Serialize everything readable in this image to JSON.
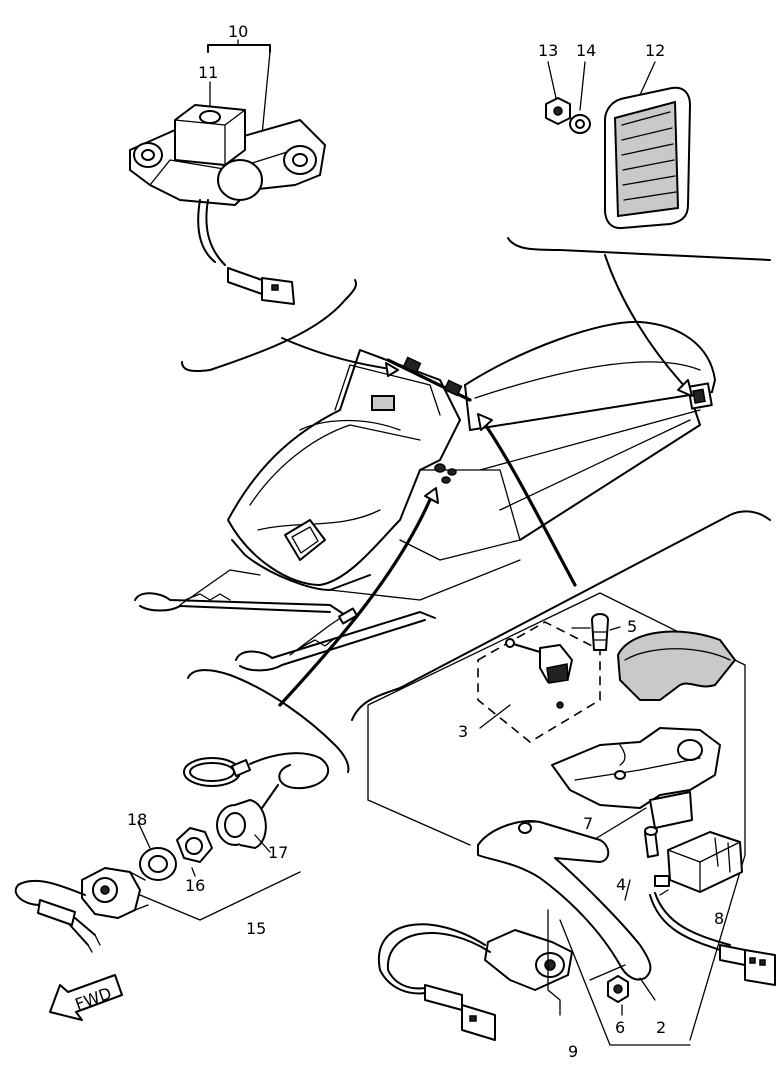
{
  "callouts": {
    "c1": "10",
    "c2": "11",
    "c3": "13",
    "c4": "14",
    "c5": "12",
    "c6": "5",
    "c7": "3",
    "c8": "7",
    "c9": "4",
    "c10": "8",
    "c11": "18",
    "c12": "17",
    "c13": "16",
    "c14": "15",
    "c15": "6",
    "c16": "2",
    "c17": "9"
  },
  "fwd_label": "FWD"
}
